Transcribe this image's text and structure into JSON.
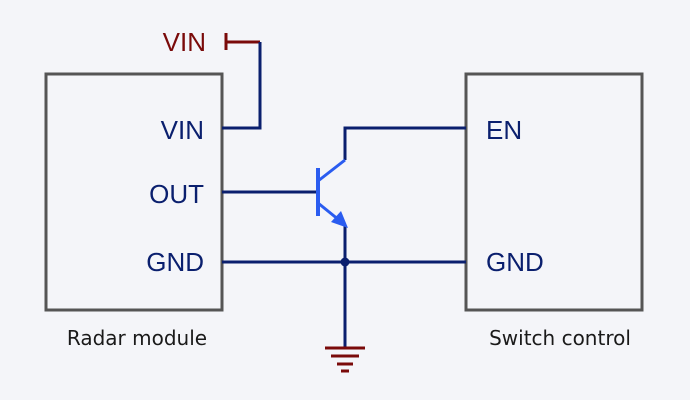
{
  "radar_module": {
    "pins": {
      "vin": "VIN",
      "out": "OUT",
      "gnd": "GND"
    },
    "caption": "Radar module"
  },
  "switch_control": {
    "pins": {
      "en": "EN",
      "gnd": "GND"
    },
    "caption": "Switch control"
  },
  "supply_label": "VIN",
  "colors": {
    "background": "#f4f5f9",
    "wire": "#0a1f6e",
    "box_outline": "#555555",
    "transistor": "#2a5cf0",
    "supply": "#7a0a0a",
    "ground": "#7a0a0a"
  }
}
